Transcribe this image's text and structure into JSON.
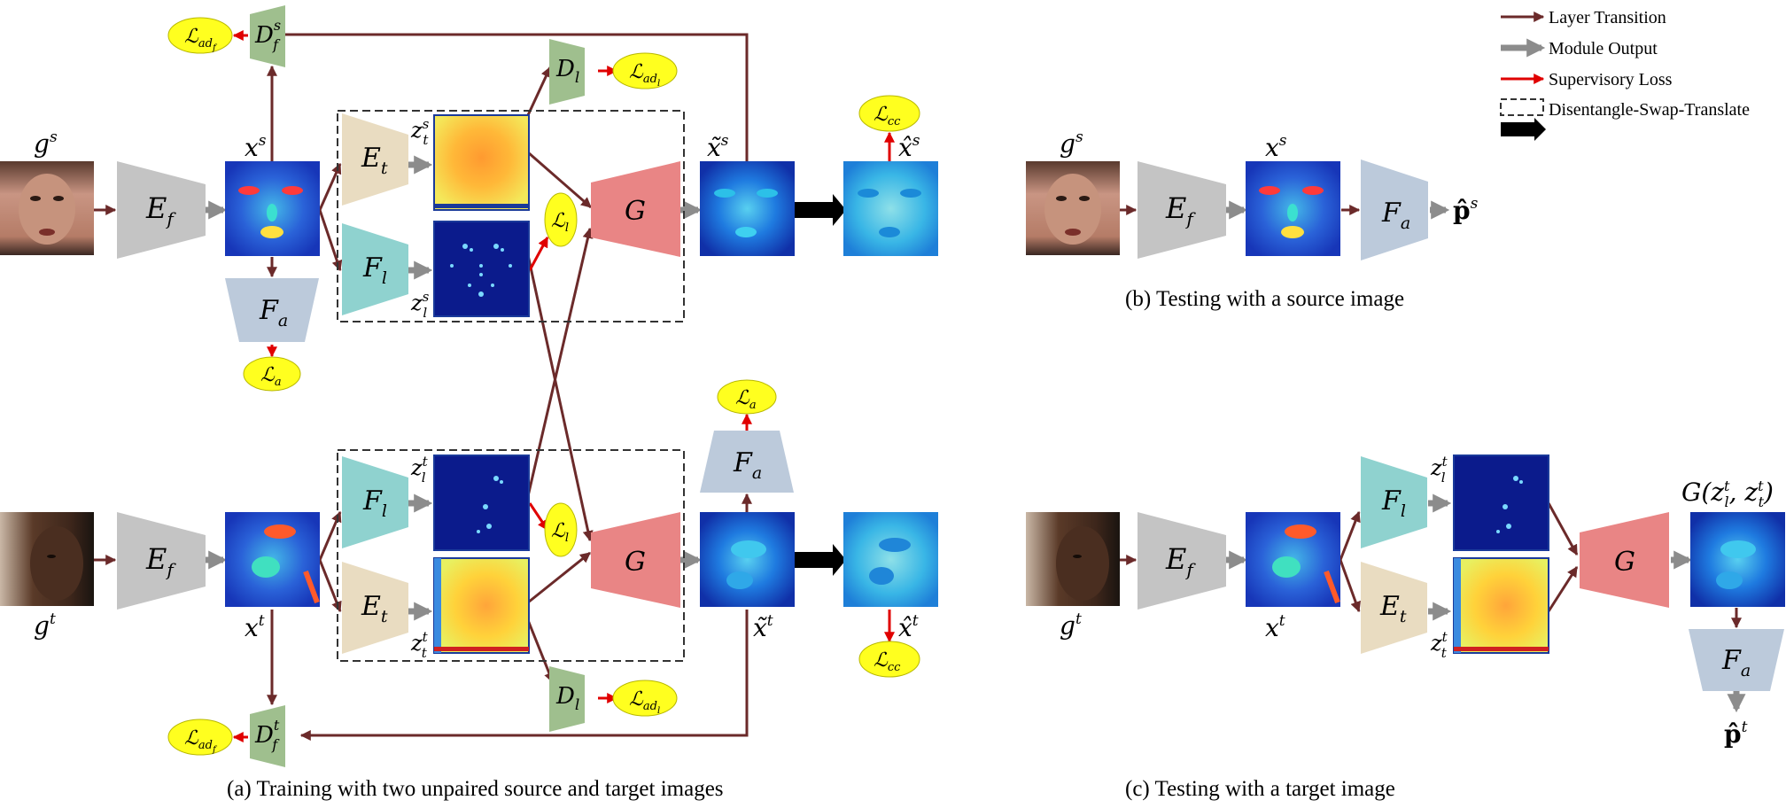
{
  "legend": {
    "layer_transition": "Layer Transition",
    "module_output": "Module Output",
    "supervisory_loss": "Supervisory Loss",
    "dst": "Disentangle-Swap-Translate"
  },
  "captions": {
    "a": "(a) Training with two unpaired source and target images",
    "b": "(b) Testing with a source image",
    "c": "(c) Testing with a target image"
  },
  "modules": {
    "Ef_main": "E",
    "Ef_sub": "f",
    "Fa_main": "F",
    "Fa_sub": "a",
    "Et_main": "E",
    "Et_sub": "t",
    "Fl_main": "F",
    "Fl_sub": "l",
    "G": "G",
    "Dl_main": "D",
    "Dl_sub": "l",
    "Dfs_main": "D",
    "Dfs_sub": "f",
    "Dfs_sup": "s",
    "Dft_main": "D",
    "Dft_sub": "f",
    "Dft_sup": "t"
  },
  "losses": {
    "adf": "ℒ",
    "adf_sub": "ad",
    "adl": "ℒ",
    "adl_sub": "ad",
    "l": "ℒ",
    "l_sub": "l",
    "a": "ℒ",
    "a_sub": "a",
    "cc": "ℒ",
    "cc_sub": "cc"
  },
  "symbols": {
    "g": "g",
    "x": "x",
    "z": "z",
    "s": "s",
    "t": "t",
    "l": "l",
    "f": "f",
    "xs_hat": "x̂",
    "xs_tilde": "x̃",
    "p_hat": "p̂",
    "G_expr": "G(z",
    "G_comma": ", z",
    "G_close": ")"
  },
  "colors": {
    "layer_arrow": "#6b2a2a",
    "module_arrow": "#8c8c8c",
    "loss_arrow": "#e00000",
    "encoder_gray": "#c4c4c4",
    "fa_blue": "#bccadb",
    "et_beige": "#e9dcc1",
    "fl_teal": "#8fd2cf",
    "g_red": "#e98585",
    "d_green": "#9fbf8e",
    "loss_yellow": "#ffff1f"
  }
}
